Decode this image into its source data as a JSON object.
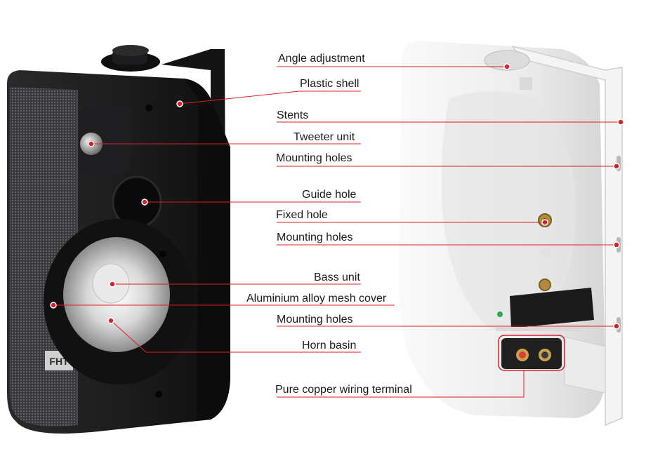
{
  "labels": {
    "angle_adjustment": "Angle adjustment",
    "plastic_shell": "Plastic shell",
    "stents": "Stents",
    "tweeter_unit": "Tweeter unit",
    "mounting_holes_1": "Mounting holes",
    "guide_hole": "Guide hole",
    "fixed_hole": "Fixed hole",
    "mounting_holes_2": "Mounting holes",
    "bass_unit": "Bass unit",
    "aluminium_mesh": "Aluminium alloy mesh cover",
    "mounting_holes_3": "Mounting holes",
    "horn_basin": "Horn basin",
    "copper_terminal": "Pure copper wiring terminal"
  },
  "brand_logo_text": "FHT",
  "colors": {
    "callout": "#d8202a",
    "speaker_black": "#1b1b1d",
    "speaker_white": "#efefef",
    "text": "#1a1a1a"
  }
}
